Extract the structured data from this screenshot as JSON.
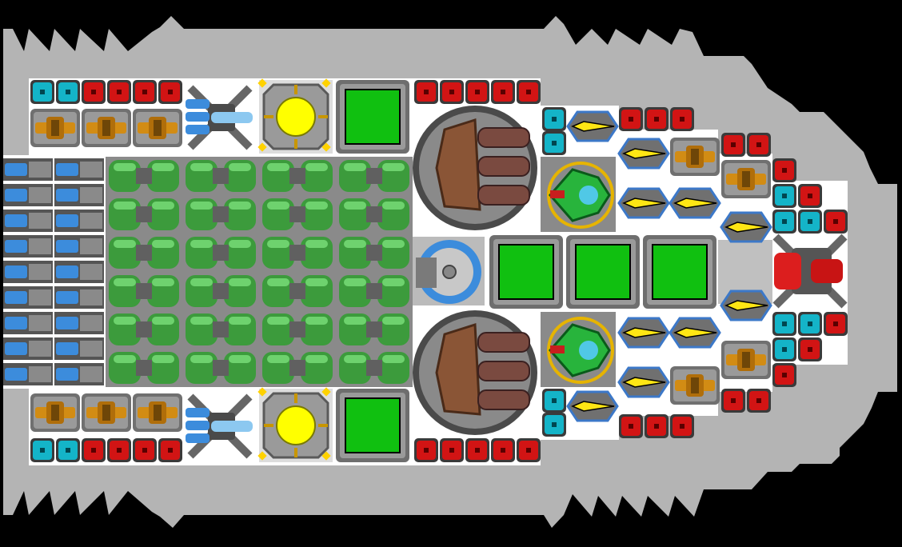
{
  "ship": {
    "background_color": "#000000",
    "hull_color": "#b4b4b4",
    "floor_color": "#ffffff",
    "component_names": [
      "hull",
      "interior-floor",
      "cannon-turret",
      "reactor",
      "large-engine",
      "battery-cell",
      "thruster-module",
      "gyroscope-core",
      "shield-generator",
      "cargo-bay",
      "missile-launcher",
      "laser-blaster",
      "plasma-turret",
      "armor-block-red",
      "armor-block-cyan",
      "power-conduit"
    ],
    "colors": {
      "hull_outline": "#8c8c8c",
      "armor_red": "#d21414",
      "armor_cyan": "#14b4c8",
      "battery_green": "#3c9b3c",
      "battery_green_light": "#6ed26e",
      "cargo_green": "#10c010",
      "reactor_yellow": "#ffff00",
      "metal_dark": "#505050",
      "metal_mid": "#8a8a8a",
      "metal_light": "#c8c8c8",
      "cannon_brown": "#8a5536",
      "thruster_blue": "#3c8cdc",
      "plasma_yellow": "#ffe614",
      "laser_orange": "#d28c14",
      "missile_red": "#dc1e1e",
      "gyro_green": "#28b43c"
    }
  }
}
